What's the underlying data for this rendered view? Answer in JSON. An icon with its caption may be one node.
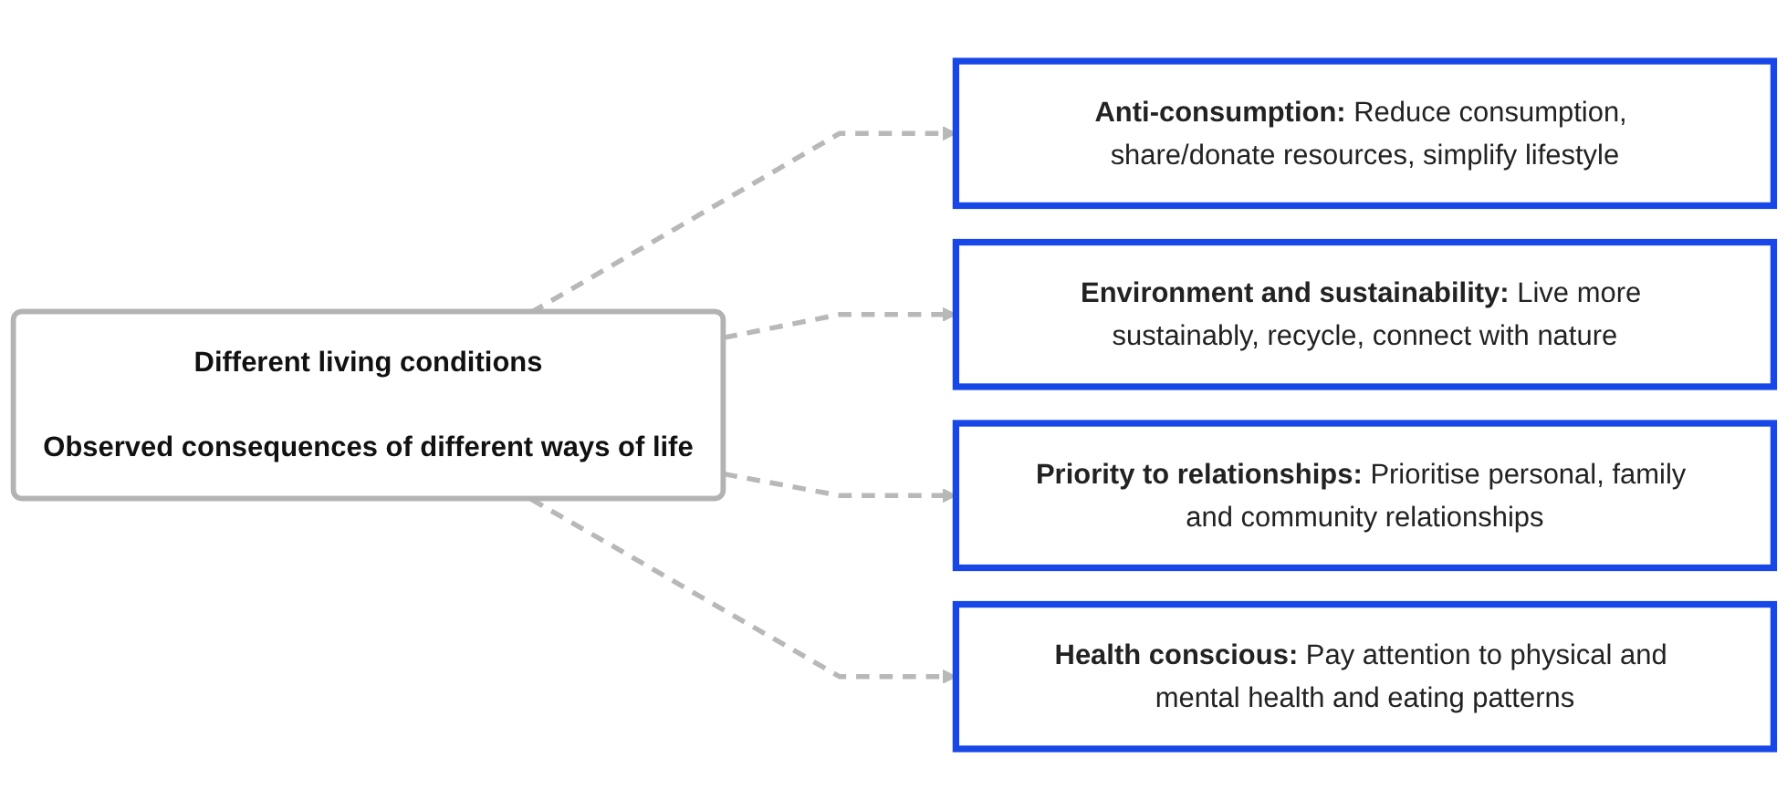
{
  "diagram": {
    "nodes": [
      {
        "text": [
          "Different living conditions",
          "Observed consequences of different ways of life"
        ]
      },
      {
        "text": [
          "**Anti-consumption:** Reduce consumption, share/donate resources, simplify lifestyle"
        ]
      },
      {
        "text": [
          "**Environment and sustainability:** Live more sustainably, recycle, connect with nature"
        ]
      },
      {
        "text": [
          "**Priority to relationships:** Prioritise personal, family and community relationships"
        ]
      },
      {
        "text": [
          "**Health conscious:** Pay attention to physical and mental health and eating patterns"
        ]
      }
    ],
    "edges": [
      {
        "from": 0,
        "to": 1,
        "arrow": "to",
        "style": "dashed"
      },
      {
        "from": 0,
        "to": 2,
        "arrow": "to",
        "style": "dashed"
      },
      {
        "from": 0,
        "to": 3,
        "arrow": "to",
        "style": "dashed"
      },
      {
        "from": 0,
        "to": 4,
        "arrow": "to",
        "style": "dashed"
      }
    ]
  }
}
